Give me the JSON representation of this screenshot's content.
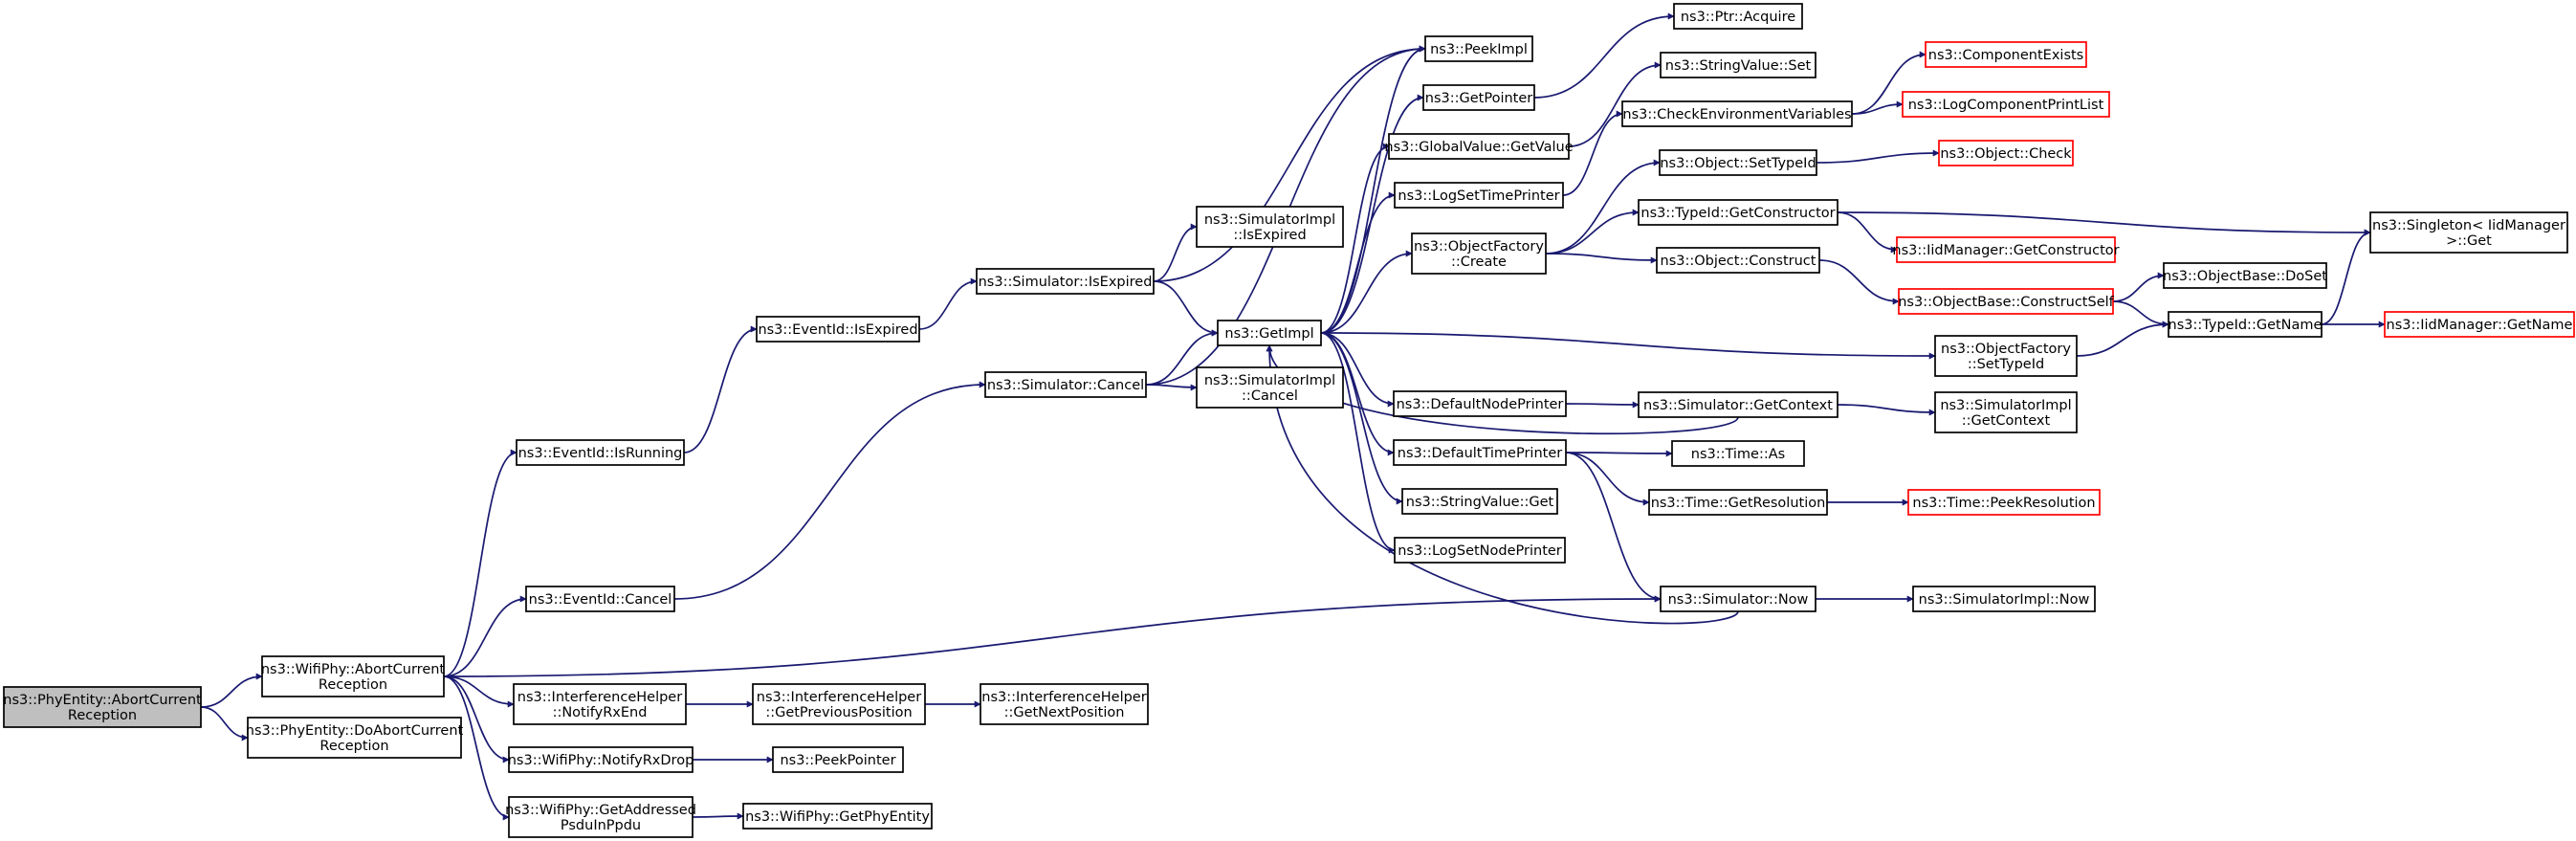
{
  "colors": {
    "edge": "#191970",
    "node_border": "#000000",
    "node_truncated_border": "#ff0000",
    "node_focus_fill": "#bfbfbf",
    "node_fill": "#ffffff"
  },
  "nodes": [
    {
      "id": "phy_abort",
      "lines": [
        "ns3::PhyEntity::AbortCurrent",
        "Reception"
      ],
      "kind": "focus"
    },
    {
      "id": "wifi_abort",
      "lines": [
        "ns3::WifiPhy::AbortCurrent",
        "Reception"
      ],
      "kind": "normal"
    },
    {
      "id": "phy_doabort",
      "lines": [
        "ns3::PhyEntity::DoAbortCurrent",
        "Reception"
      ],
      "kind": "normal"
    },
    {
      "id": "evt_running",
      "lines": [
        "ns3::EventId::IsRunning"
      ],
      "kind": "normal"
    },
    {
      "id": "evt_cancel",
      "lines": [
        "ns3::EventId::Cancel"
      ],
      "kind": "normal"
    },
    {
      "id": "ih_notify",
      "lines": [
        "ns3::InterferenceHelper",
        "::NotifyRxEnd"
      ],
      "kind": "normal"
    },
    {
      "id": "wifi_notifydrop",
      "lines": [
        "ns3::WifiPhy::NotifyRxDrop"
      ],
      "kind": "normal"
    },
    {
      "id": "wifi_getaddr",
      "lines": [
        "ns3::WifiPhy::GetAddressed",
        "PsduInPpdu"
      ],
      "kind": "normal"
    },
    {
      "id": "evt_expired",
      "lines": [
        "ns3::EventId::IsExpired"
      ],
      "kind": "normal"
    },
    {
      "id": "ih_getprev",
      "lines": [
        "ns3::InterferenceHelper",
        "::GetPreviousPosition"
      ],
      "kind": "normal"
    },
    {
      "id": "peekpointer",
      "lines": [
        "ns3::PeekPointer"
      ],
      "kind": "normal"
    },
    {
      "id": "wifi_getphy",
      "lines": [
        "ns3::WifiPhy::GetPhyEntity"
      ],
      "kind": "normal"
    },
    {
      "id": "sim_expired",
      "lines": [
        "ns3::Simulator::IsExpired"
      ],
      "kind": "normal"
    },
    {
      "id": "sim_cancel",
      "lines": [
        "ns3::Simulator::Cancel"
      ],
      "kind": "normal"
    },
    {
      "id": "ih_getnext",
      "lines": [
        "ns3::InterferenceHelper",
        "::GetNextPosition"
      ],
      "kind": "normal"
    },
    {
      "id": "simimpl_expired",
      "lines": [
        "ns3::SimulatorImpl",
        "::IsExpired"
      ],
      "kind": "normal"
    },
    {
      "id": "getimpl",
      "lines": [
        "ns3::GetImpl"
      ],
      "kind": "normal"
    },
    {
      "id": "simimpl_cancel",
      "lines": [
        "ns3::SimulatorImpl",
        "::Cancel"
      ],
      "kind": "normal"
    },
    {
      "id": "peekimpl",
      "lines": [
        "ns3::PeekImpl"
      ],
      "kind": "normal"
    },
    {
      "id": "getpointer",
      "lines": [
        "ns3::GetPointer"
      ],
      "kind": "normal"
    },
    {
      "id": "gv_getvalue",
      "lines": [
        "ns3::GlobalValue::GetValue"
      ],
      "kind": "normal"
    },
    {
      "id": "logsettime",
      "lines": [
        "ns3::LogSetTimePrinter"
      ],
      "kind": "normal"
    },
    {
      "id": "of_create",
      "lines": [
        "ns3::ObjectFactory",
        "::Create"
      ],
      "kind": "normal"
    },
    {
      "id": "defnodeprinter",
      "lines": [
        "ns3::DefaultNodePrinter"
      ],
      "kind": "normal"
    },
    {
      "id": "deftimeprinter",
      "lines": [
        "ns3::DefaultTimePrinter"
      ],
      "kind": "normal"
    },
    {
      "id": "strval_get",
      "lines": [
        "ns3::StringValue::Get"
      ],
      "kind": "normal"
    },
    {
      "id": "logsetnode",
      "lines": [
        "ns3::LogSetNodePrinter"
      ],
      "kind": "normal"
    },
    {
      "id": "ptr_acquire",
      "lines": [
        "ns3::Ptr::Acquire"
      ],
      "kind": "normal"
    },
    {
      "id": "strval_set",
      "lines": [
        "ns3::StringValue::Set"
      ],
      "kind": "normal"
    },
    {
      "id": "checkenv",
      "lines": [
        "ns3::CheckEnvironmentVariables"
      ],
      "kind": "normal"
    },
    {
      "id": "obj_settypeid",
      "lines": [
        "ns3::Object::SetTypeId"
      ],
      "kind": "normal"
    },
    {
      "id": "typeid_getctor",
      "lines": [
        "ns3::TypeId::GetConstructor"
      ],
      "kind": "normal"
    },
    {
      "id": "obj_construct",
      "lines": [
        "ns3::Object::Construct"
      ],
      "kind": "normal"
    },
    {
      "id": "of_settypeid",
      "lines": [
        "ns3::ObjectFactory",
        "::SetTypeId"
      ],
      "kind": "normal"
    },
    {
      "id": "sim_getcontext",
      "lines": [
        "ns3::Simulator::GetContext"
      ],
      "kind": "normal"
    },
    {
      "id": "time_as",
      "lines": [
        "ns3::Time::As"
      ],
      "kind": "normal"
    },
    {
      "id": "time_getres",
      "lines": [
        "ns3::Time::GetResolution"
      ],
      "kind": "normal"
    },
    {
      "id": "sim_now",
      "lines": [
        "ns3::Simulator::Now"
      ],
      "kind": "normal"
    },
    {
      "id": "compexists",
      "lines": [
        "ns3::ComponentExists"
      ],
      "kind": "truncated"
    },
    {
      "id": "logcompprint",
      "lines": [
        "ns3::LogComponentPrintList"
      ],
      "kind": "truncated"
    },
    {
      "id": "obj_check",
      "lines": [
        "ns3::Object::Check"
      ],
      "kind": "truncated"
    },
    {
      "id": "iid_getctor",
      "lines": [
        "ns3::IidManager::GetConstructor"
      ],
      "kind": "truncated"
    },
    {
      "id": "objbase_constructself",
      "lines": [
        "ns3::ObjectBase::ConstructSelf"
      ],
      "kind": "truncated"
    },
    {
      "id": "simimpl_getcontext",
      "lines": [
        "ns3::SimulatorImpl",
        "::GetContext"
      ],
      "kind": "normal"
    },
    {
      "id": "time_peekres",
      "lines": [
        "ns3::Time::PeekResolution"
      ],
      "kind": "truncated"
    },
    {
      "id": "simimpl_now",
      "lines": [
        "ns3::SimulatorImpl::Now"
      ],
      "kind": "normal"
    },
    {
      "id": "objbase_doset",
      "lines": [
        "ns3::ObjectBase::DoSet"
      ],
      "kind": "normal"
    },
    {
      "id": "typeid_getname",
      "lines": [
        "ns3::TypeId::GetName"
      ],
      "kind": "normal"
    },
    {
      "id": "singleton_get",
      "lines": [
        "ns3::Singleton< IidManager",
        " >::Get"
      ],
      "kind": "normal"
    },
    {
      "id": "iid_getname",
      "lines": [
        "ns3::IidManager::GetName"
      ],
      "kind": "truncated"
    }
  ],
  "edges": [
    [
      "phy_abort",
      "wifi_abort"
    ],
    [
      "phy_abort",
      "phy_doabort"
    ],
    [
      "wifi_abort",
      "evt_running"
    ],
    [
      "wifi_abort",
      "evt_cancel"
    ],
    [
      "wifi_abort",
      "ih_notify"
    ],
    [
      "wifi_abort",
      "wifi_notifydrop"
    ],
    [
      "wifi_abort",
      "wifi_getaddr"
    ],
    [
      "wifi_abort",
      "sim_now"
    ],
    [
      "evt_running",
      "evt_expired"
    ],
    [
      "evt_cancel",
      "sim_cancel"
    ],
    [
      "evt_expired",
      "sim_expired"
    ],
    [
      "ih_notify",
      "ih_getprev"
    ],
    [
      "ih_getprev",
      "ih_getnext"
    ],
    [
      "wifi_notifydrop",
      "peekpointer"
    ],
    [
      "wifi_getaddr",
      "wifi_getphy"
    ],
    [
      "sim_expired",
      "simimpl_expired"
    ],
    [
      "sim_expired",
      "getimpl"
    ],
    [
      "sim_expired",
      "peekimpl"
    ],
    [
      "sim_cancel",
      "getimpl"
    ],
    [
      "sim_cancel",
      "simimpl_cancel"
    ],
    [
      "sim_cancel",
      "peekimpl"
    ],
    [
      "getimpl",
      "peekimpl"
    ],
    [
      "getimpl",
      "getpointer"
    ],
    [
      "getimpl",
      "gv_getvalue"
    ],
    [
      "getimpl",
      "logsettime"
    ],
    [
      "getimpl",
      "of_create"
    ],
    [
      "getimpl",
      "of_settypeid"
    ],
    [
      "getimpl",
      "defnodeprinter"
    ],
    [
      "getimpl",
      "deftimeprinter"
    ],
    [
      "getimpl",
      "strval_get"
    ],
    [
      "getimpl",
      "logsetnode"
    ],
    [
      "getpointer",
      "ptr_acquire"
    ],
    [
      "gv_getvalue",
      "strval_set"
    ],
    [
      "logsettime",
      "checkenv"
    ],
    [
      "checkenv",
      "compexists"
    ],
    [
      "checkenv",
      "logcompprint"
    ],
    [
      "of_create",
      "obj_settypeid"
    ],
    [
      "of_create",
      "typeid_getctor"
    ],
    [
      "of_create",
      "obj_construct"
    ],
    [
      "obj_settypeid",
      "obj_check"
    ],
    [
      "typeid_getctor",
      "iid_getctor"
    ],
    [
      "typeid_getctor",
      "singleton_get"
    ],
    [
      "obj_construct",
      "objbase_constructself"
    ],
    [
      "objbase_constructself",
      "objbase_doset"
    ],
    [
      "objbase_constructself",
      "typeid_getname"
    ],
    [
      "of_settypeid",
      "typeid_getname"
    ],
    [
      "typeid_getname",
      "iid_getname"
    ],
    [
      "typeid_getname",
      "singleton_get"
    ],
    [
      "defnodeprinter",
      "sim_getcontext"
    ],
    [
      "sim_getcontext",
      "getimpl"
    ],
    [
      "sim_getcontext",
      "simimpl_getcontext"
    ],
    [
      "deftimeprinter",
      "time_as"
    ],
    [
      "deftimeprinter",
      "time_getres"
    ],
    [
      "deftimeprinter",
      "sim_now"
    ],
    [
      "time_getres",
      "time_peekres"
    ],
    [
      "sim_now",
      "getimpl"
    ],
    [
      "sim_now",
      "simimpl_now"
    ]
  ]
}
